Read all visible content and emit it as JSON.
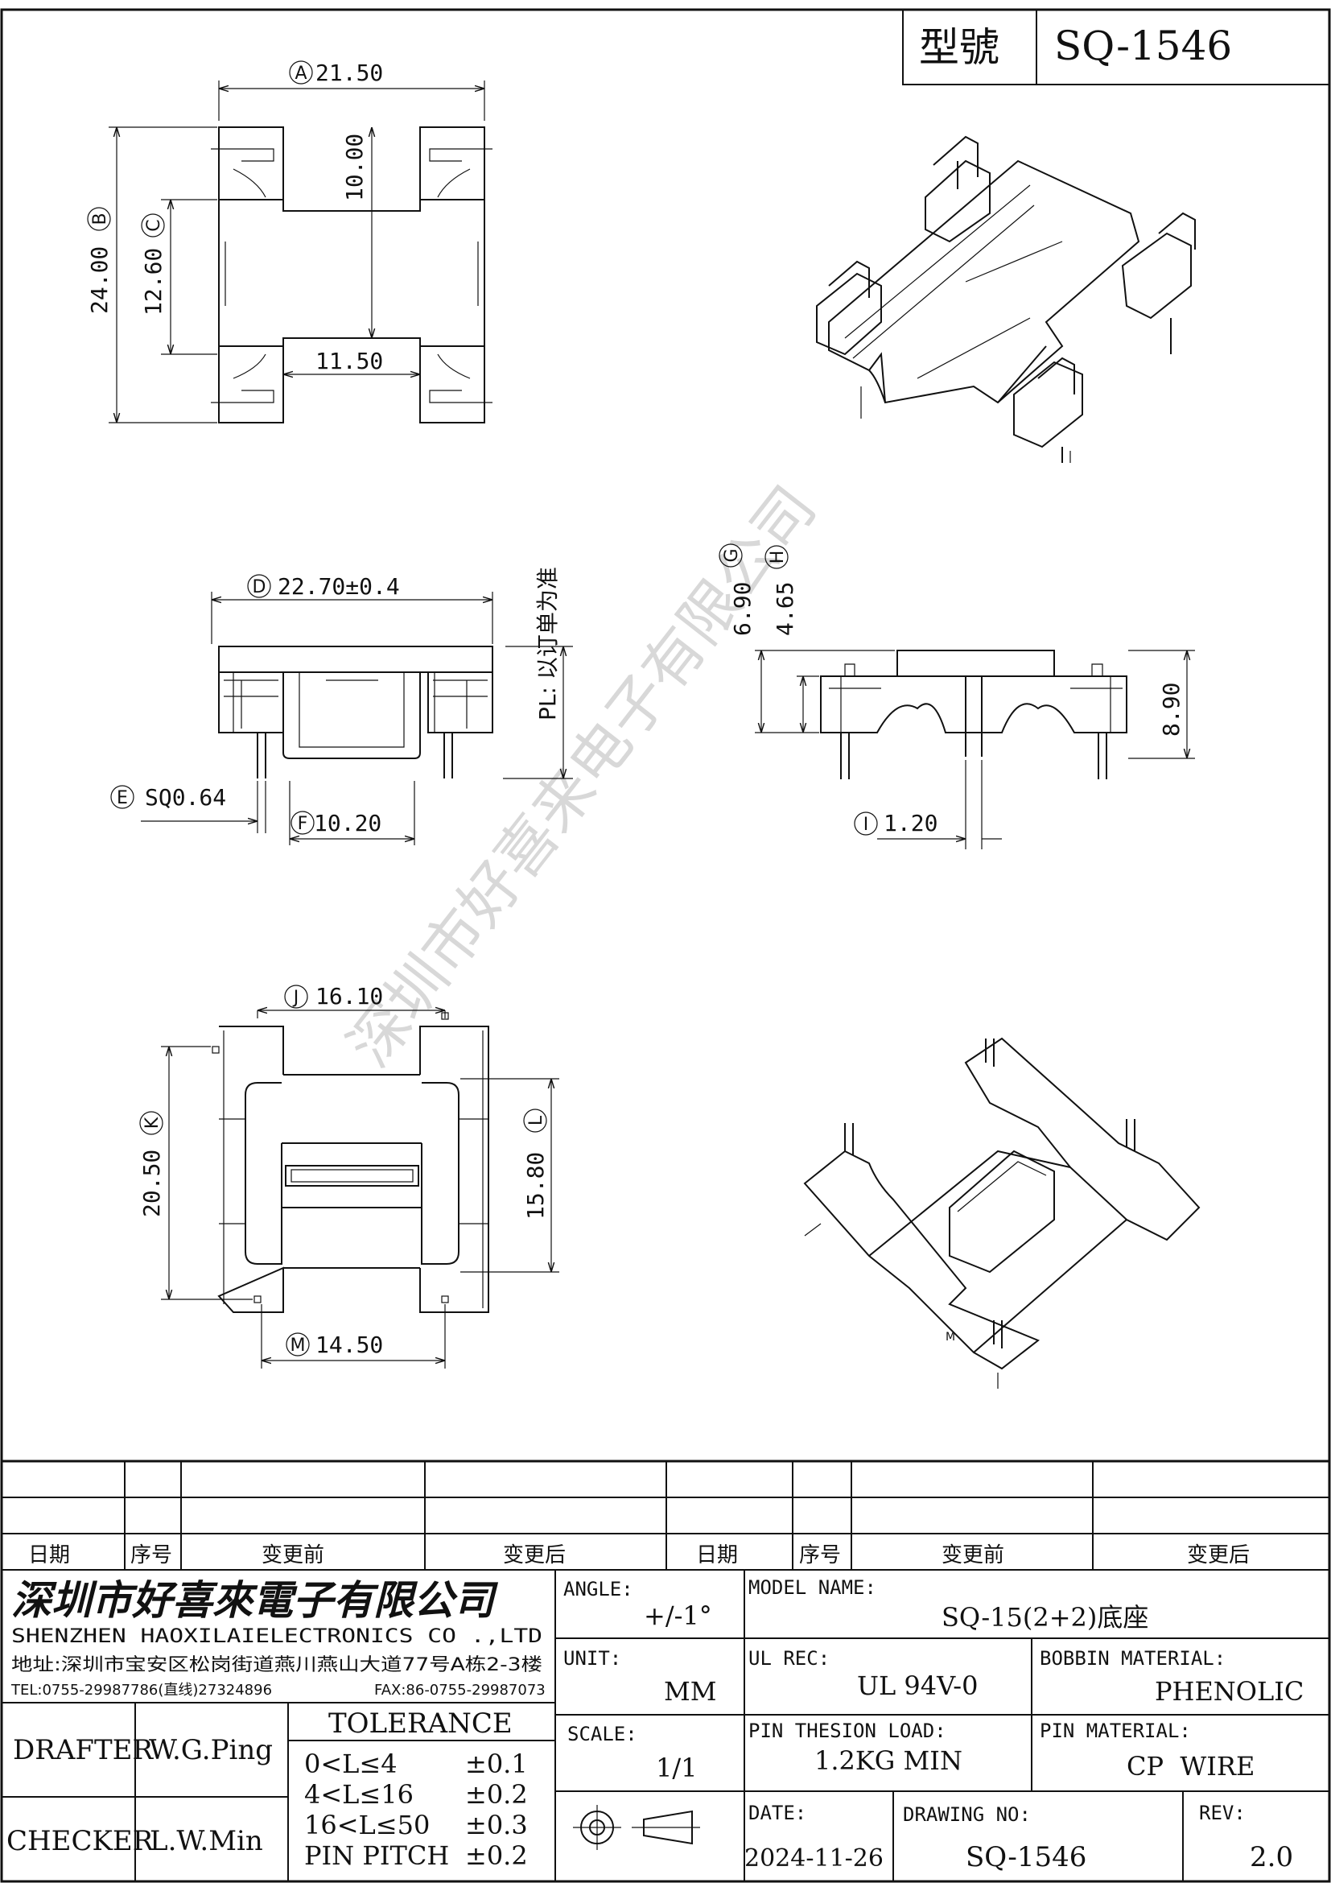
{
  "title_block": {
    "model_label": "型號",
    "model_value": "SQ-1546"
  },
  "dimensions": {
    "A": "21.50",
    "B": "24.00",
    "C": "12.60",
    "top_inner": "10.00",
    "bottom_inner": "11.50",
    "D": "22.70±0.4",
    "E": "SQ0.64",
    "F": "10.20",
    "pl_note": "PL: 以订单为准",
    "G": "6.90",
    "H": "4.65",
    "I": "1.20",
    "right_height": "8.90",
    "J": "16.10",
    "K": "20.50",
    "L": "15.80",
    "M": "14.50"
  },
  "letters": [
    "A",
    "B",
    "C",
    "D",
    "E",
    "F",
    "G",
    "H",
    "I",
    "J",
    "K",
    "L",
    "M"
  ],
  "watermark": "深圳市好喜来电子有限公司",
  "revision_table": {
    "headers": [
      "日期",
      "序号",
      "变更前",
      "变更后",
      "日期",
      "序号",
      "变更前",
      "变更后"
    ]
  },
  "company": {
    "name_cn": "深圳市好喜來電子有限公司",
    "name_en": "SHENZHEN HAOXILAIELECTRONICS CO .,LTD",
    "address": "地址:深圳市宝安区松岗街道燕川燕山大道77号A栋2-3楼",
    "tel": "TEL:0755-29987786(直线)27324896",
    "fax": "FAX:86-0755-29987073"
  },
  "people": {
    "drafter_label": "DRAFTER",
    "drafter": "W.G.Ping",
    "checker_label": "CHECKER",
    "checker": "L.W.Min"
  },
  "tolerance": {
    "title": "TOLERANCE",
    "rows": [
      {
        "range": "0<L≤4",
        "value": "±0.1"
      },
      {
        "range": "4<L≤16",
        "value": "±0.2"
      },
      {
        "range": "16<L≤50",
        "value": "±0.3"
      },
      {
        "range": "PIN PITCH",
        "value": "±0.2"
      }
    ]
  },
  "specs": {
    "angle_label": "ANGLE:",
    "angle": "+/-1°",
    "unit_label": "UNIT:",
    "unit": "MM",
    "scale_label": "SCALE:",
    "scale": "1/1",
    "model_name_label": "MODEL NAME:",
    "model_name": "SQ-15(2+2)底座",
    "ul_label": "UL REC:",
    "ul": "UL 94V-0",
    "bobbin_label": "BOBBIN MATERIAL:",
    "bobbin": "PHENOLIC",
    "pin_load_label": "PIN THESION LOAD:",
    "pin_load": "1.2KG MIN",
    "pin_material_label": "PIN MATERIAL:",
    "pin_material": "CP  WIRE",
    "date_label": "DATE:",
    "date": "2024-11-26",
    "drawing_no_label": "DRAWING NO:",
    "drawing_no": "SQ-1546",
    "rev_label": "REV:",
    "rev": "2.0"
  }
}
